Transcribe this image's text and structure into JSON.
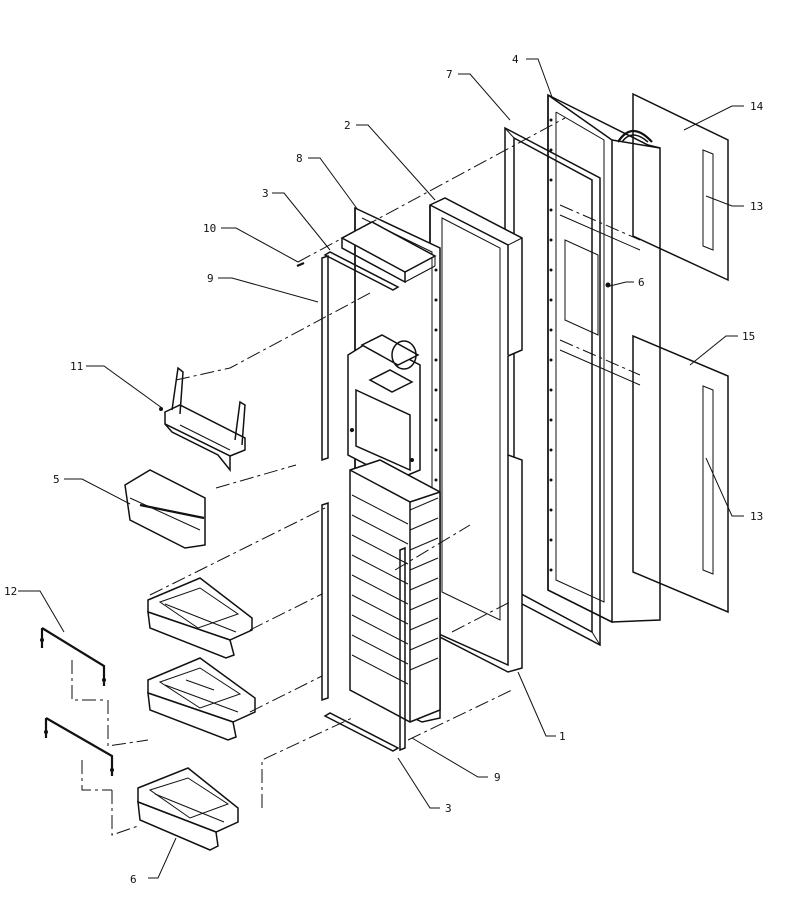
{
  "callouts": {
    "c1": "1",
    "c2": "2",
    "c3a": "3",
    "c3b": "3",
    "c4": "4",
    "c5": "5",
    "c6": "6",
    "c7": "7",
    "c8": "8",
    "c9a": "9",
    "c9b": "9",
    "c10": "10",
    "c11": "11",
    "c12": "12",
    "c13a": "13",
    "c13b": "13",
    "c14": "14",
    "c15": "15",
    "c6b": "6"
  }
}
